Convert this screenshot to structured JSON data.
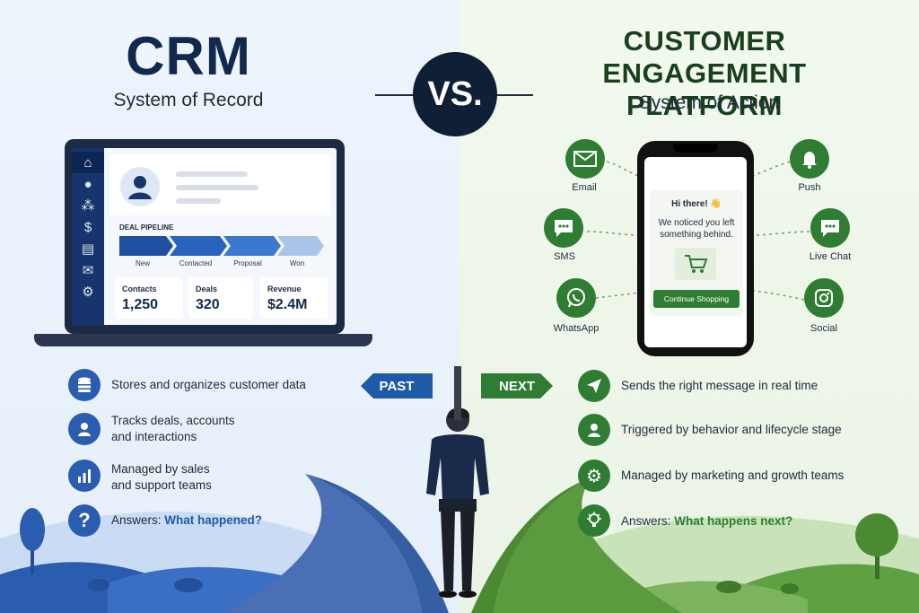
{
  "crm": {
    "title": "CRM",
    "subtitle": "System of Record",
    "vs": "VS.",
    "pipeline_label": "DEAL PIPELINE",
    "stages": [
      "New",
      "Contacted",
      "Proposal",
      "Won"
    ],
    "stats": [
      {
        "label": "Contacts",
        "value": "1,250"
      },
      {
        "label": "Deals",
        "value": "320"
      },
      {
        "label": "Revenue",
        "value": "$2.4M"
      }
    ],
    "features": [
      {
        "icon": "database-icon",
        "text": "Stores and organizes customer data"
      },
      {
        "icon": "user-icon",
        "line1": "Tracks deals, accounts",
        "line2": "and interactions"
      },
      {
        "icon": "bar-chart-icon",
        "line1": "Managed by sales",
        "line2": "and support teams"
      },
      {
        "icon": "question-icon",
        "prefix": "Answers: ",
        "highlight": "What happened?"
      }
    ]
  },
  "cep": {
    "title_line1": "CUSTOMER ENGAGEMENT",
    "title_line2": "PLATFORM",
    "subtitle": "System of Action",
    "message_greeting": "Hi there! 👋",
    "message_line1": "We noticed you left",
    "message_line2": "something behind.",
    "button_label": "Continue Shopping",
    "channels": [
      {
        "icon": "email-icon",
        "label": "Email"
      },
      {
        "icon": "sms-icon",
        "label": "SMS"
      },
      {
        "icon": "whatsapp-icon",
        "label": "WhatsApp"
      },
      {
        "icon": "bell-icon",
        "label": "Push"
      },
      {
        "icon": "live-chat-icon",
        "label": "Live Chat"
      },
      {
        "icon": "instagram-icon",
        "label": "Social"
      }
    ],
    "features": [
      {
        "icon": "send-icon",
        "text": "Sends the right message in real time"
      },
      {
        "icon": "user-icon",
        "text": "Triggered by behavior and lifecycle stage"
      },
      {
        "icon": "gear-icon",
        "text": "Managed by marketing and growth teams"
      },
      {
        "icon": "lightbulb-icon",
        "prefix": "Answers: ",
        "highlight": "What happens next?"
      }
    ]
  },
  "signs": {
    "past": "PAST",
    "next": "NEXT"
  },
  "colors": {
    "crm_blue": "#2a5db0",
    "cep_green": "#2e7d32",
    "navy": "#0f2a4d"
  }
}
